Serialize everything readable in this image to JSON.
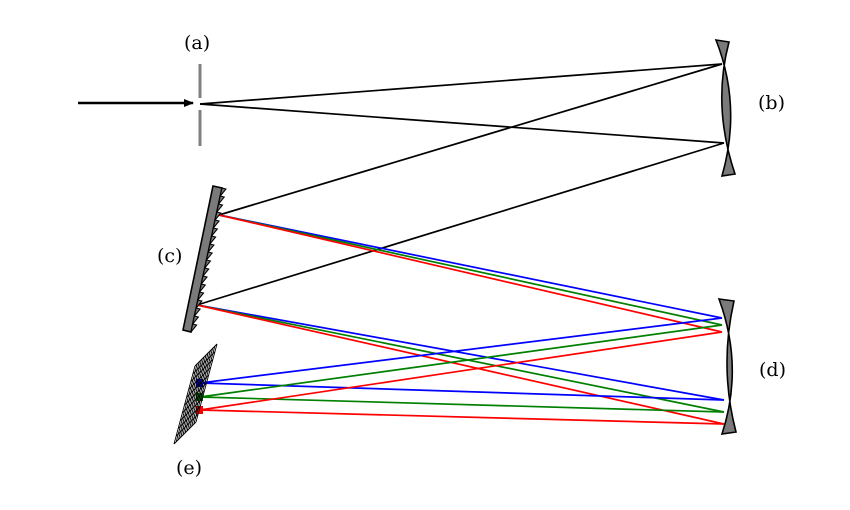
{
  "labels": {
    "slit": "(a)",
    "collimating_mirror": "(b)",
    "grating": "(c)",
    "focusing_mirror": "(d)",
    "detector": "(e)"
  },
  "colors": {
    "black": "#000000",
    "blue": "#0000ff",
    "green": "#008000",
    "red": "#ff0000",
    "optic_fill": "#7a7a7a",
    "grid": "#000000"
  }
}
